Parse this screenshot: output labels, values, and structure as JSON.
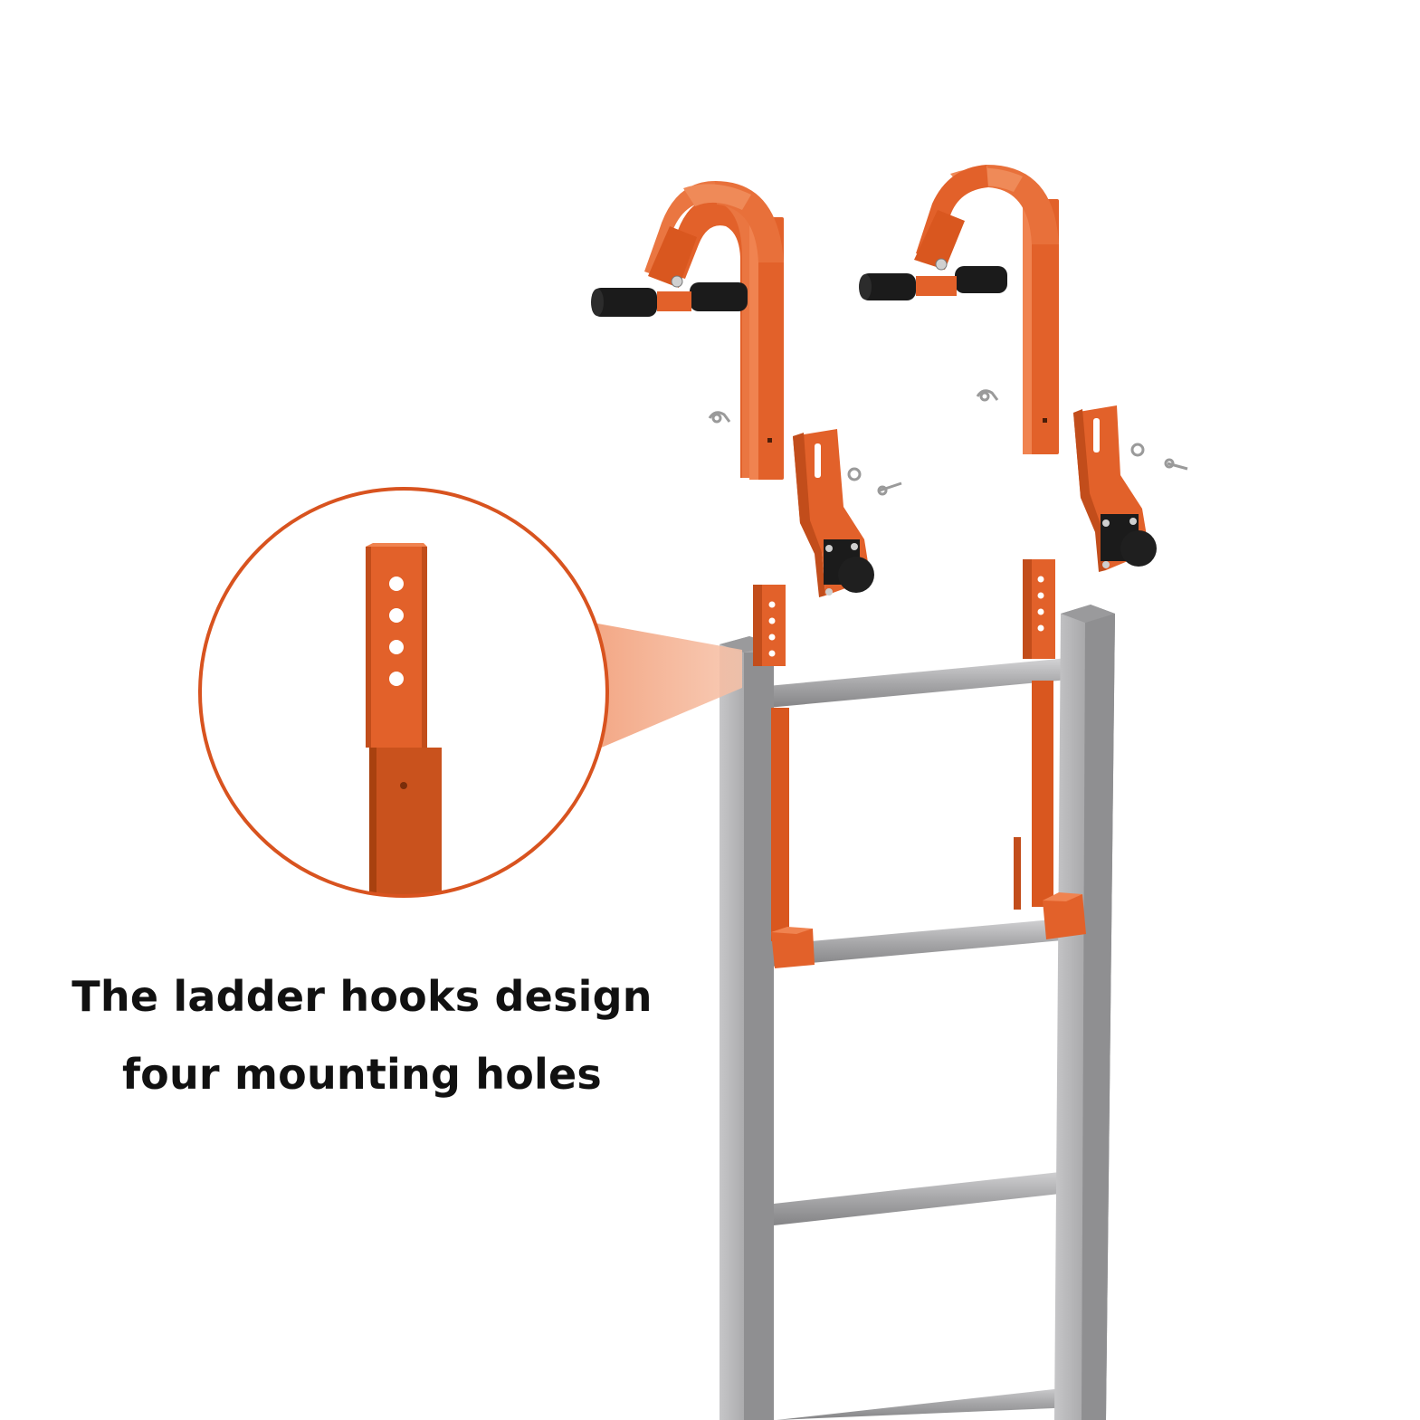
{
  "caption": {
    "line1": "The ladder hooks design",
    "line2": "four mounting holes"
  },
  "colors": {
    "background": "#ffffff",
    "hook_orange": "#e2612a",
    "hook_orange_dark": "#b9461a",
    "ladder_silver": "#a9a9ab",
    "ladder_silver_dark": "#7e7e80",
    "rubber_black": "#1b1b1b",
    "callout_ring": "#d8531f",
    "callout_beam": "#f2a27e",
    "caption_text": "#111111"
  },
  "illustration": {
    "subject": "ladder with two orange ladder hooks exploded above the rails",
    "callout": "magnified view of the hook tube showing the mounting holes",
    "mounting_hole_count": 4,
    "icons": [
      "ladder-icon",
      "ladder-hook-icon",
      "magnifier-callout-icon",
      "bolt-icon",
      "washer-icon",
      "wheel-icon"
    ]
  }
}
